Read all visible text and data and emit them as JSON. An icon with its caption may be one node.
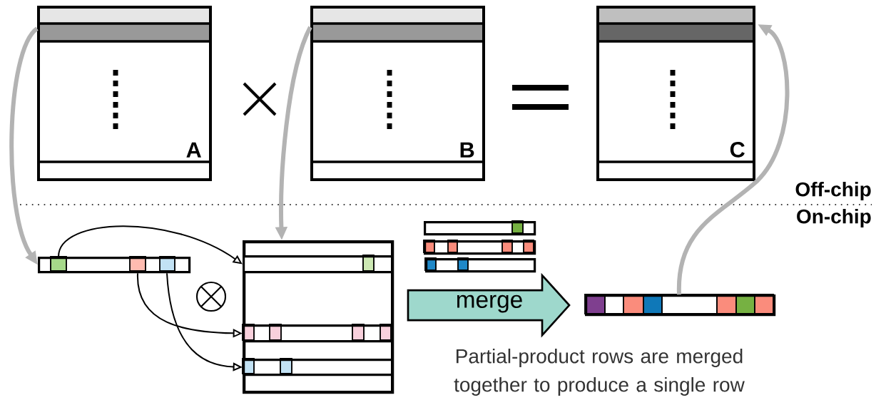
{
  "diagram": {
    "nodes": [
      {
        "text": [
          "A"
        ]
      },
      {
        "text": [
          "B"
        ]
      },
      {
        "text": [
          "C"
        ]
      },
      {
        "text": [],
        "shape": "bar"
      },
      {
        "text": [],
        "shape": "box"
      },
      {
        "text": [],
        "shape": "bar",
        "in": 4
      },
      {
        "text": [],
        "shape": "bar",
        "in": 4
      },
      {
        "text": [],
        "shape": "bar",
        "in": 4
      },
      {
        "text": [],
        "shape": "bar"
      },
      {
        "text": [],
        "shape": "bar"
      },
      {
        "text": [],
        "shape": "bar"
      },
      {
        "text": [],
        "shape": "bar"
      }
    ],
    "edges": [
      {
        "from": 0,
        "to": 3,
        "arrow": "to",
        "style": "thick",
        "color": "#b3b3b3"
      },
      {
        "from": 1,
        "to": 4,
        "arrow": "to",
        "style": "thick",
        "color": "#b3b3b3"
      },
      {
        "from": 11,
        "to": 2,
        "arrow": "to",
        "style": "thick",
        "color": "#b3b3b3"
      },
      {
        "from": 3,
        "to": 5,
        "arrow": "to",
        "color": "#000000"
      },
      {
        "from": 3,
        "to": 6,
        "arrow": "to",
        "color": "#000000"
      },
      {
        "from": 3,
        "to": 7,
        "arrow": "to",
        "color": "#000000"
      },
      {
        "from": null,
        "to": 11,
        "arrow": "to",
        "label": "merge",
        "color": "#9ed8cc"
      }
    ],
    "labels": [
      "Off-chip",
      "On-chip",
      "Partial-product rows are merged together to produce a single row"
    ]
  }
}
